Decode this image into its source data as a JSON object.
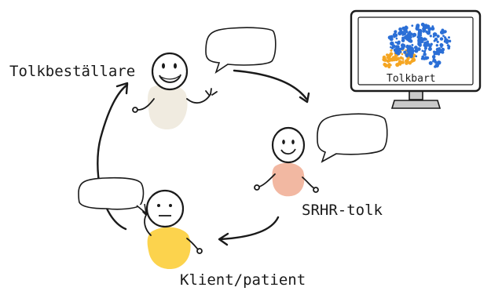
{
  "labels": {
    "orderer": "Tolkbeställare",
    "interpreter": "SRHR-tolk",
    "client": "Klient/patient",
    "logo": "Tolkbart"
  },
  "colors": {
    "ink": "#1a1a1a",
    "orderer_body": "#f0ebe0",
    "interpreter_body": "#f2b8a2",
    "client_body": "#fcd34d",
    "logo_blue": "#2b6fd6",
    "logo_orange": "#f5a623",
    "monitor_stand": "#c9c9c9"
  },
  "icons": {
    "faces": [
      "smiling-face-icon",
      "smiling-face-icon",
      "neutral-face-icon"
    ],
    "bubbles": [
      "speech-bubble-icon"
    ],
    "arrows": [
      "cycle-arrow-icon"
    ]
  }
}
